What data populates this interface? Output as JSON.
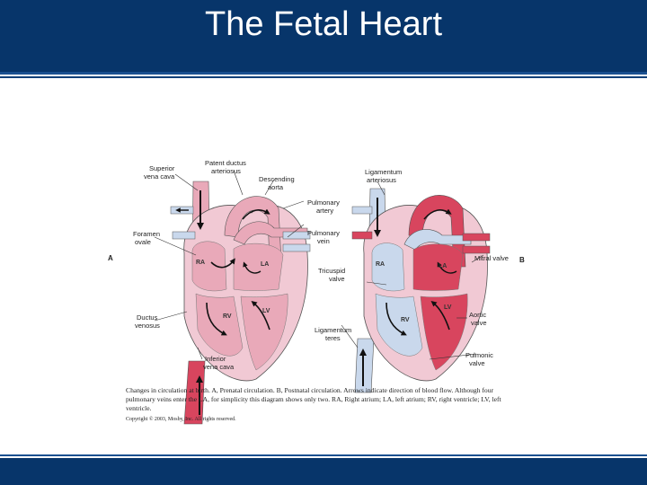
{
  "slide": {
    "title": "The Fetal Heart"
  },
  "figure": {
    "panel_a": "A",
    "panel_b": "B",
    "left_labels": {
      "superior_vena_cava": [
        "Superior",
        "vena cava"
      ],
      "patent_ductus": [
        "Patent ductus",
        "arteriosus"
      ],
      "descending_aorta": [
        "Descending",
        "aorta"
      ],
      "pulmonary_artery": [
        "Pulmonary",
        "artery"
      ],
      "pulmonary_vein": [
        "Pulmonary",
        "vein"
      ],
      "foramen_ovale": [
        "Foramen",
        "ovale"
      ],
      "ductus_venosus": [
        "Ductus",
        "venosus"
      ],
      "inferior_vena_cava": [
        "Inferior",
        "vena cava"
      ]
    },
    "right_labels": {
      "ligamentum_arteriosus": [
        "Ligamentum",
        "arteriosus"
      ],
      "tricuspid_valve": [
        "Tricuspid",
        "valve"
      ],
      "ligamentum_teres": [
        "Ligamentum",
        "teres"
      ],
      "mitral_valve": "Mitral valve",
      "aortic_valve": [
        "Aortic",
        "valve"
      ],
      "pulmonic_valve": [
        "Pulmonic",
        "valve"
      ]
    },
    "chambers": {
      "ra": "RA",
      "la": "LA",
      "rv": "RV",
      "lv": "LV"
    },
    "colors": {
      "deoxygenated": "#c9d8ec",
      "oxygenated": "#d8455e",
      "mixed": "#e9a9b9",
      "wall": "#f1c9d4"
    }
  },
  "caption": {
    "text": "Changes in circulation at birth. A, Prenatal circulation. B, Postnatal circulation. Arrows indicate direction of blood flow. Although four pulmonary veins enter the LA, for simplicity this diagram shows only two. RA, Right atrium; LA, left atrium; RV, right ventricle; LV, left ventricle.",
    "copyright": "Copyright © 2003, Mosby, Inc. All rights reserved."
  }
}
